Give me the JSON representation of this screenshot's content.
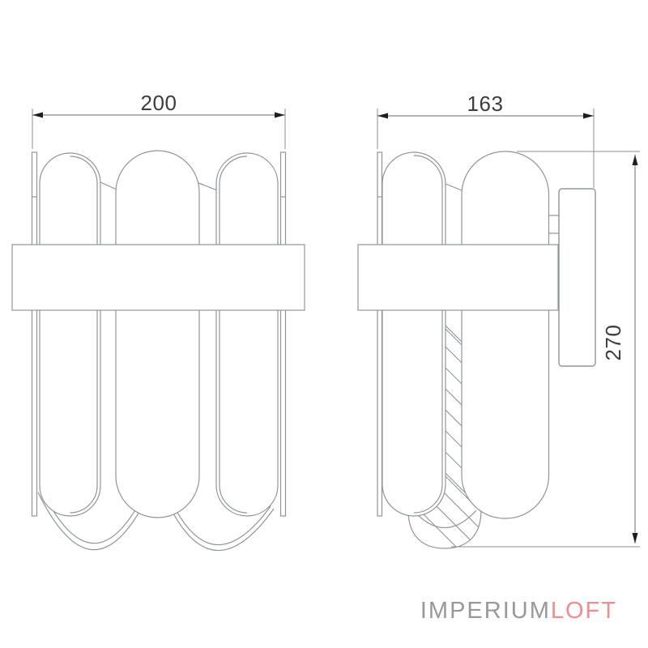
{
  "drawing": {
    "front_view": {
      "width_dimension": "200"
    },
    "side_view": {
      "width_dimension": "163",
      "height_dimension": "270"
    }
  },
  "logo": {
    "text_primary": "IMPERIUM",
    "text_accent": "LOFT",
    "color_primary": "#98989c",
    "color_accent": "#ee8e91"
  },
  "colors": {
    "background": "#ffffff",
    "drawing_line": "#8f9598",
    "dimension_line": "#6a6a6a",
    "dimension_text": "#3d3d3f",
    "arrowhead": "#1e1e1e"
  }
}
